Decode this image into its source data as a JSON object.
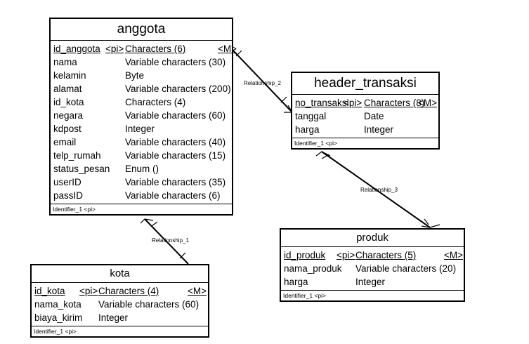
{
  "entities": {
    "anggota": {
      "title": "anggota",
      "attributes": [
        {
          "name": "id_anggota",
          "pi": "<pi>",
          "type": "Characters (6)",
          "mand": "<M>",
          "key": true
        },
        {
          "name": "nama",
          "pi": "",
          "type": "Variable characters (30)",
          "mand": "",
          "key": false
        },
        {
          "name": "kelamin",
          "pi": "",
          "type": "Byte",
          "mand": "",
          "key": false
        },
        {
          "name": "alamat",
          "pi": "",
          "type": "Variable characters (200)",
          "mand": "",
          "key": false
        },
        {
          "name": "id_kota",
          "pi": "",
          "type": "Characters (4)",
          "mand": "",
          "key": false
        },
        {
          "name": "negara",
          "pi": "",
          "type": "Variable characters (60)",
          "mand": "",
          "key": false
        },
        {
          "name": "kdpost",
          "pi": "",
          "type": "Integer",
          "mand": "",
          "key": false
        },
        {
          "name": "email",
          "pi": "",
          "type": "Variable characters (40)",
          "mand": "",
          "key": false
        },
        {
          "name": "telp_rumah",
          "pi": "",
          "type": "Variable characters (15)",
          "mand": "",
          "key": false
        },
        {
          "name": "status_pesan",
          "pi": "",
          "type": "Enum ()",
          "mand": "",
          "key": false
        },
        {
          "name": "userID",
          "pi": "",
          "type": "Variable characters (35)",
          "mand": "",
          "key": false
        },
        {
          "name": "passID",
          "pi": "",
          "type": "Variable characters (6)",
          "mand": "",
          "key": false
        }
      ],
      "identifier": "Identifier_1  <pi>"
    },
    "header_transaksi": {
      "title": "header_transaksi",
      "attributes": [
        {
          "name": "no_transaksi",
          "pi": "<pi>",
          "type": "Characters (8)",
          "mand": "<M>",
          "key": true
        },
        {
          "name": "tanggal",
          "pi": "",
          "type": "Date",
          "mand": "",
          "key": false
        },
        {
          "name": "harga",
          "pi": "",
          "type": "Integer",
          "mand": "",
          "key": false
        }
      ],
      "identifier": "Identifier_1  <pi>"
    },
    "produk": {
      "title": "produk",
      "attributes": [
        {
          "name": "id_produk",
          "pi": "<pi>",
          "type": "Characters (5)",
          "mand": "<M>",
          "key": true
        },
        {
          "name": "nama_produk",
          "pi": "",
          "type": "Variable characters (20)",
          "mand": "",
          "key": false
        },
        {
          "name": "harga",
          "pi": "",
          "type": "Integer",
          "mand": "",
          "key": false
        }
      ],
      "identifier": "Identifier_1  <pi>"
    },
    "kota": {
      "title": "kota",
      "attributes": [
        {
          "name": "id_kota",
          "pi": "<pi>",
          "type": "Characters (4)",
          "mand": "<M>",
          "key": true
        },
        {
          "name": "nama_kota",
          "pi": "",
          "type": "Variable characters (60)",
          "mand": "",
          "key": false
        },
        {
          "name": "biaya_kirim",
          "pi": "",
          "type": "Integer",
          "mand": "",
          "key": false
        }
      ],
      "identifier": "Identifier_1  <pi>"
    }
  },
  "relationships": {
    "r1": "Relationship_1",
    "r2": "Relationship_2",
    "r3": "Relationship_3"
  }
}
